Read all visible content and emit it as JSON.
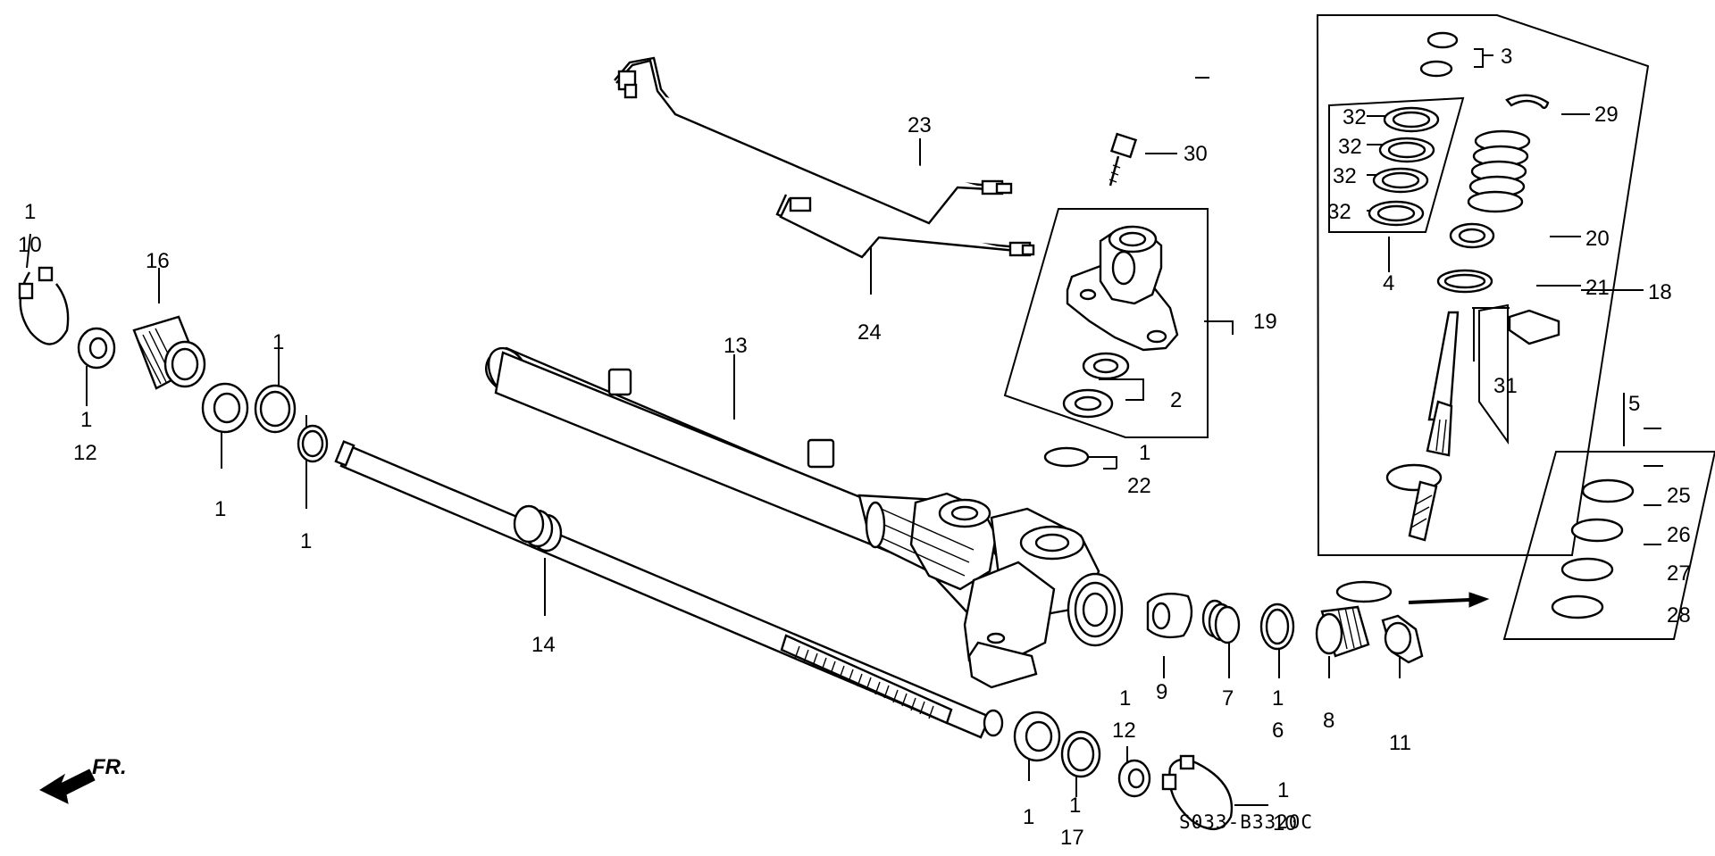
{
  "diagram_code": "S033-B3320C",
  "direction_label": "FR.",
  "callouts": {
    "c1a": "1",
    "c10a": "10",
    "c16": "16",
    "c1b": "1",
    "c12a": "12",
    "c1c": "1",
    "c1d": "1",
    "c1e": "1",
    "c14": "14",
    "c13": "13",
    "c23": "23",
    "c24": "24",
    "c30": "30",
    "c19": "19",
    "c2": "2",
    "c1f": "1",
    "c22": "22",
    "c3": "3",
    "c32a": "32",
    "c32b": "32",
    "c32c": "32",
    "c32d": "32",
    "c4": "4",
    "c29": "29",
    "c20": "20",
    "c21": "21",
    "c18": "18",
    "c31": "31",
    "c5": "5",
    "c25": "25",
    "c26": "26",
    "c27": "27",
    "c28": "28",
    "c9": "9",
    "c7": "7",
    "c1g": "1",
    "c6": "6",
    "c8": "8",
    "c11": "11",
    "c1h": "1",
    "c12b": "12",
    "c1i": "1",
    "c10b": "10",
    "c1j": "1",
    "c1k": "1",
    "c17": "17"
  }
}
